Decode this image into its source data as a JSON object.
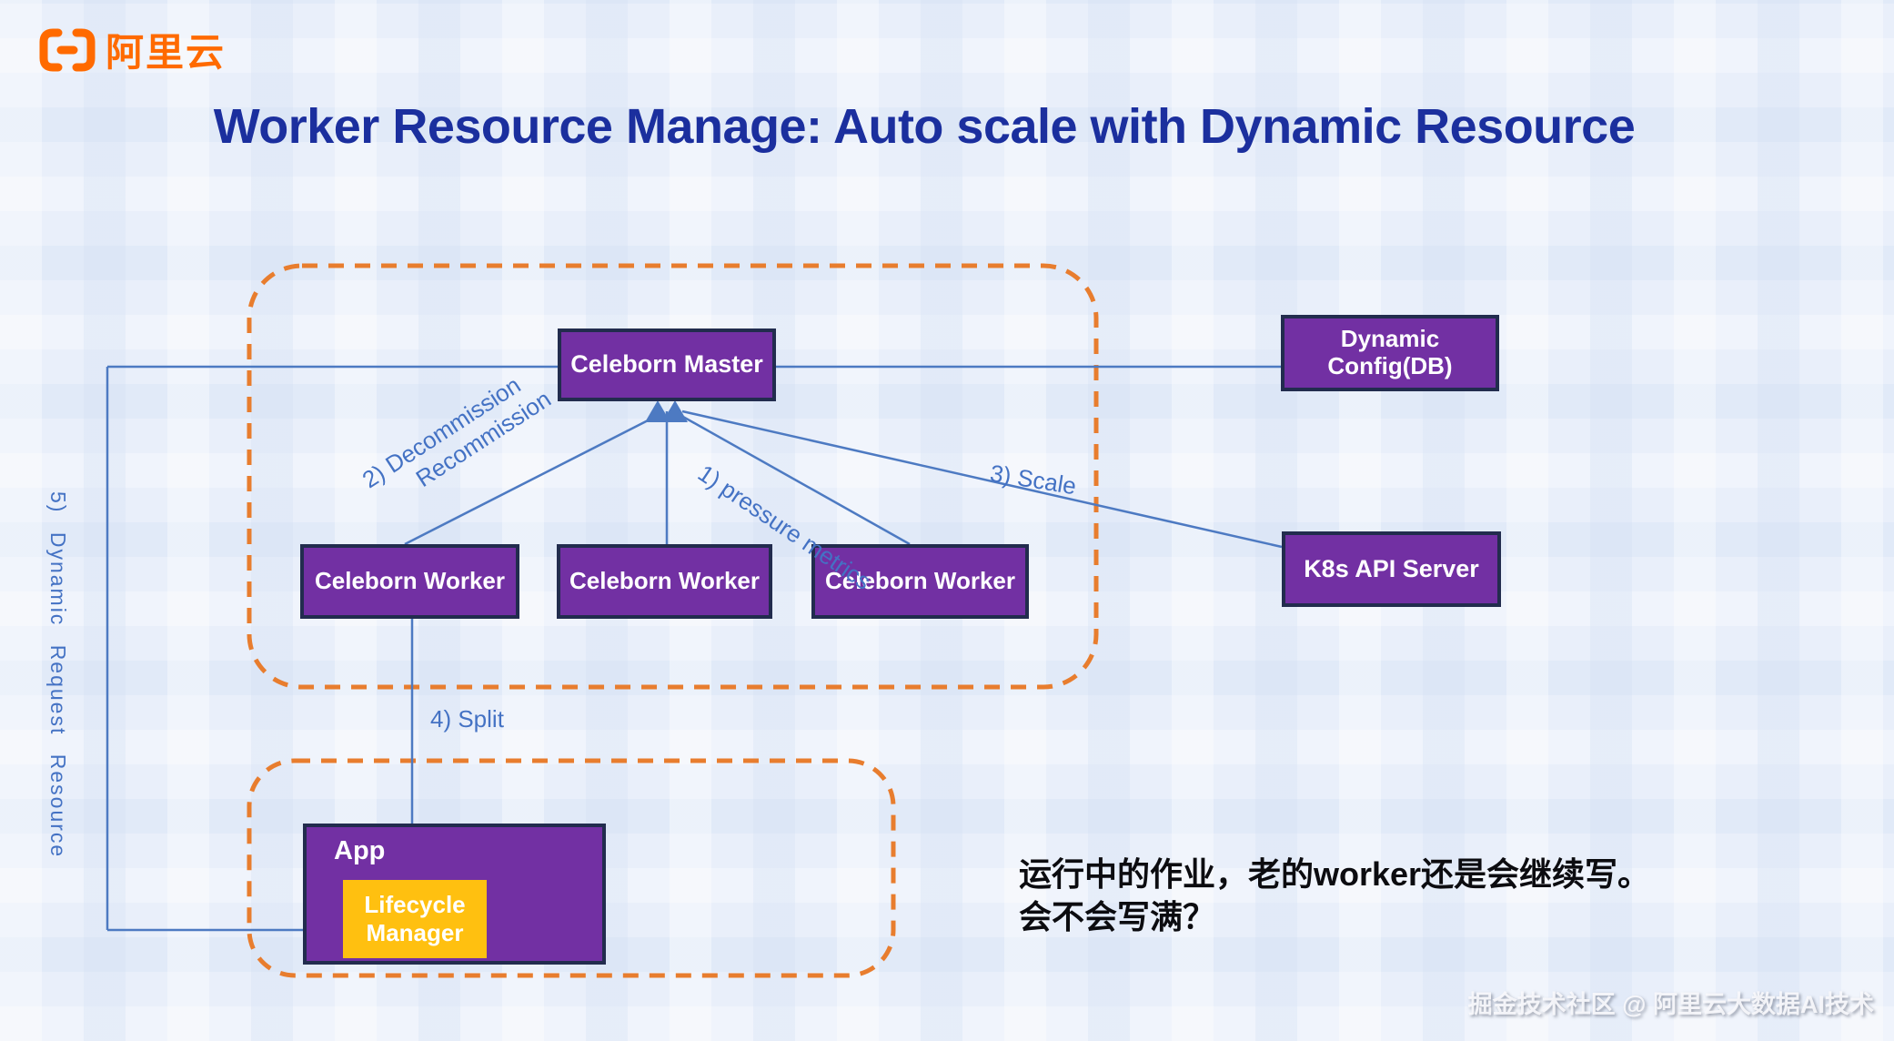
{
  "logo": {
    "brand": "阿里云"
  },
  "title": "Worker Resource Manage: Auto scale with Dynamic Resource",
  "nodes": {
    "master": {
      "label": "Celeborn Master"
    },
    "worker1": {
      "label": "Celeborn Worker"
    },
    "worker2": {
      "label": "Celeborn Worker"
    },
    "worker3": {
      "label": "Celeborn Worker"
    },
    "dynamic_config": {
      "line1": "Dynamic",
      "line2": "Config(DB)"
    },
    "k8s_api_server": {
      "label": "K8s API Server"
    },
    "app": {
      "label": "App"
    },
    "lifecycle_manager": {
      "line1": "Lifecycle",
      "line2": "Manager"
    }
  },
  "edge_labels": {
    "pressure_metrics": "1) pressure metrics",
    "decommission_line1": "2)  Decommission",
    "decommission_line2": "Recommission",
    "scale": "3) Scale",
    "split": "4) Split",
    "dynamic_request": "5)  Dynamic  Request  Resource"
  },
  "annotation": {
    "line1": "运行中的作业，老的worker还是会继续写。",
    "line2": "会不会写满？"
  },
  "watermark": "掘金技术社区 @ 阿里云大数据AI技术",
  "colors": {
    "node_fill": "#7230a3",
    "node_border": "#222c4e",
    "lifecycle_fill": "#ffc010",
    "connector_blue": "#4d7ac2",
    "label_blue": "#4472c4",
    "dashed_orange": "#e87d2e",
    "title_blue": "#1b2f9e",
    "logo_orange": "#ff6a00",
    "background": "#e9effa"
  }
}
